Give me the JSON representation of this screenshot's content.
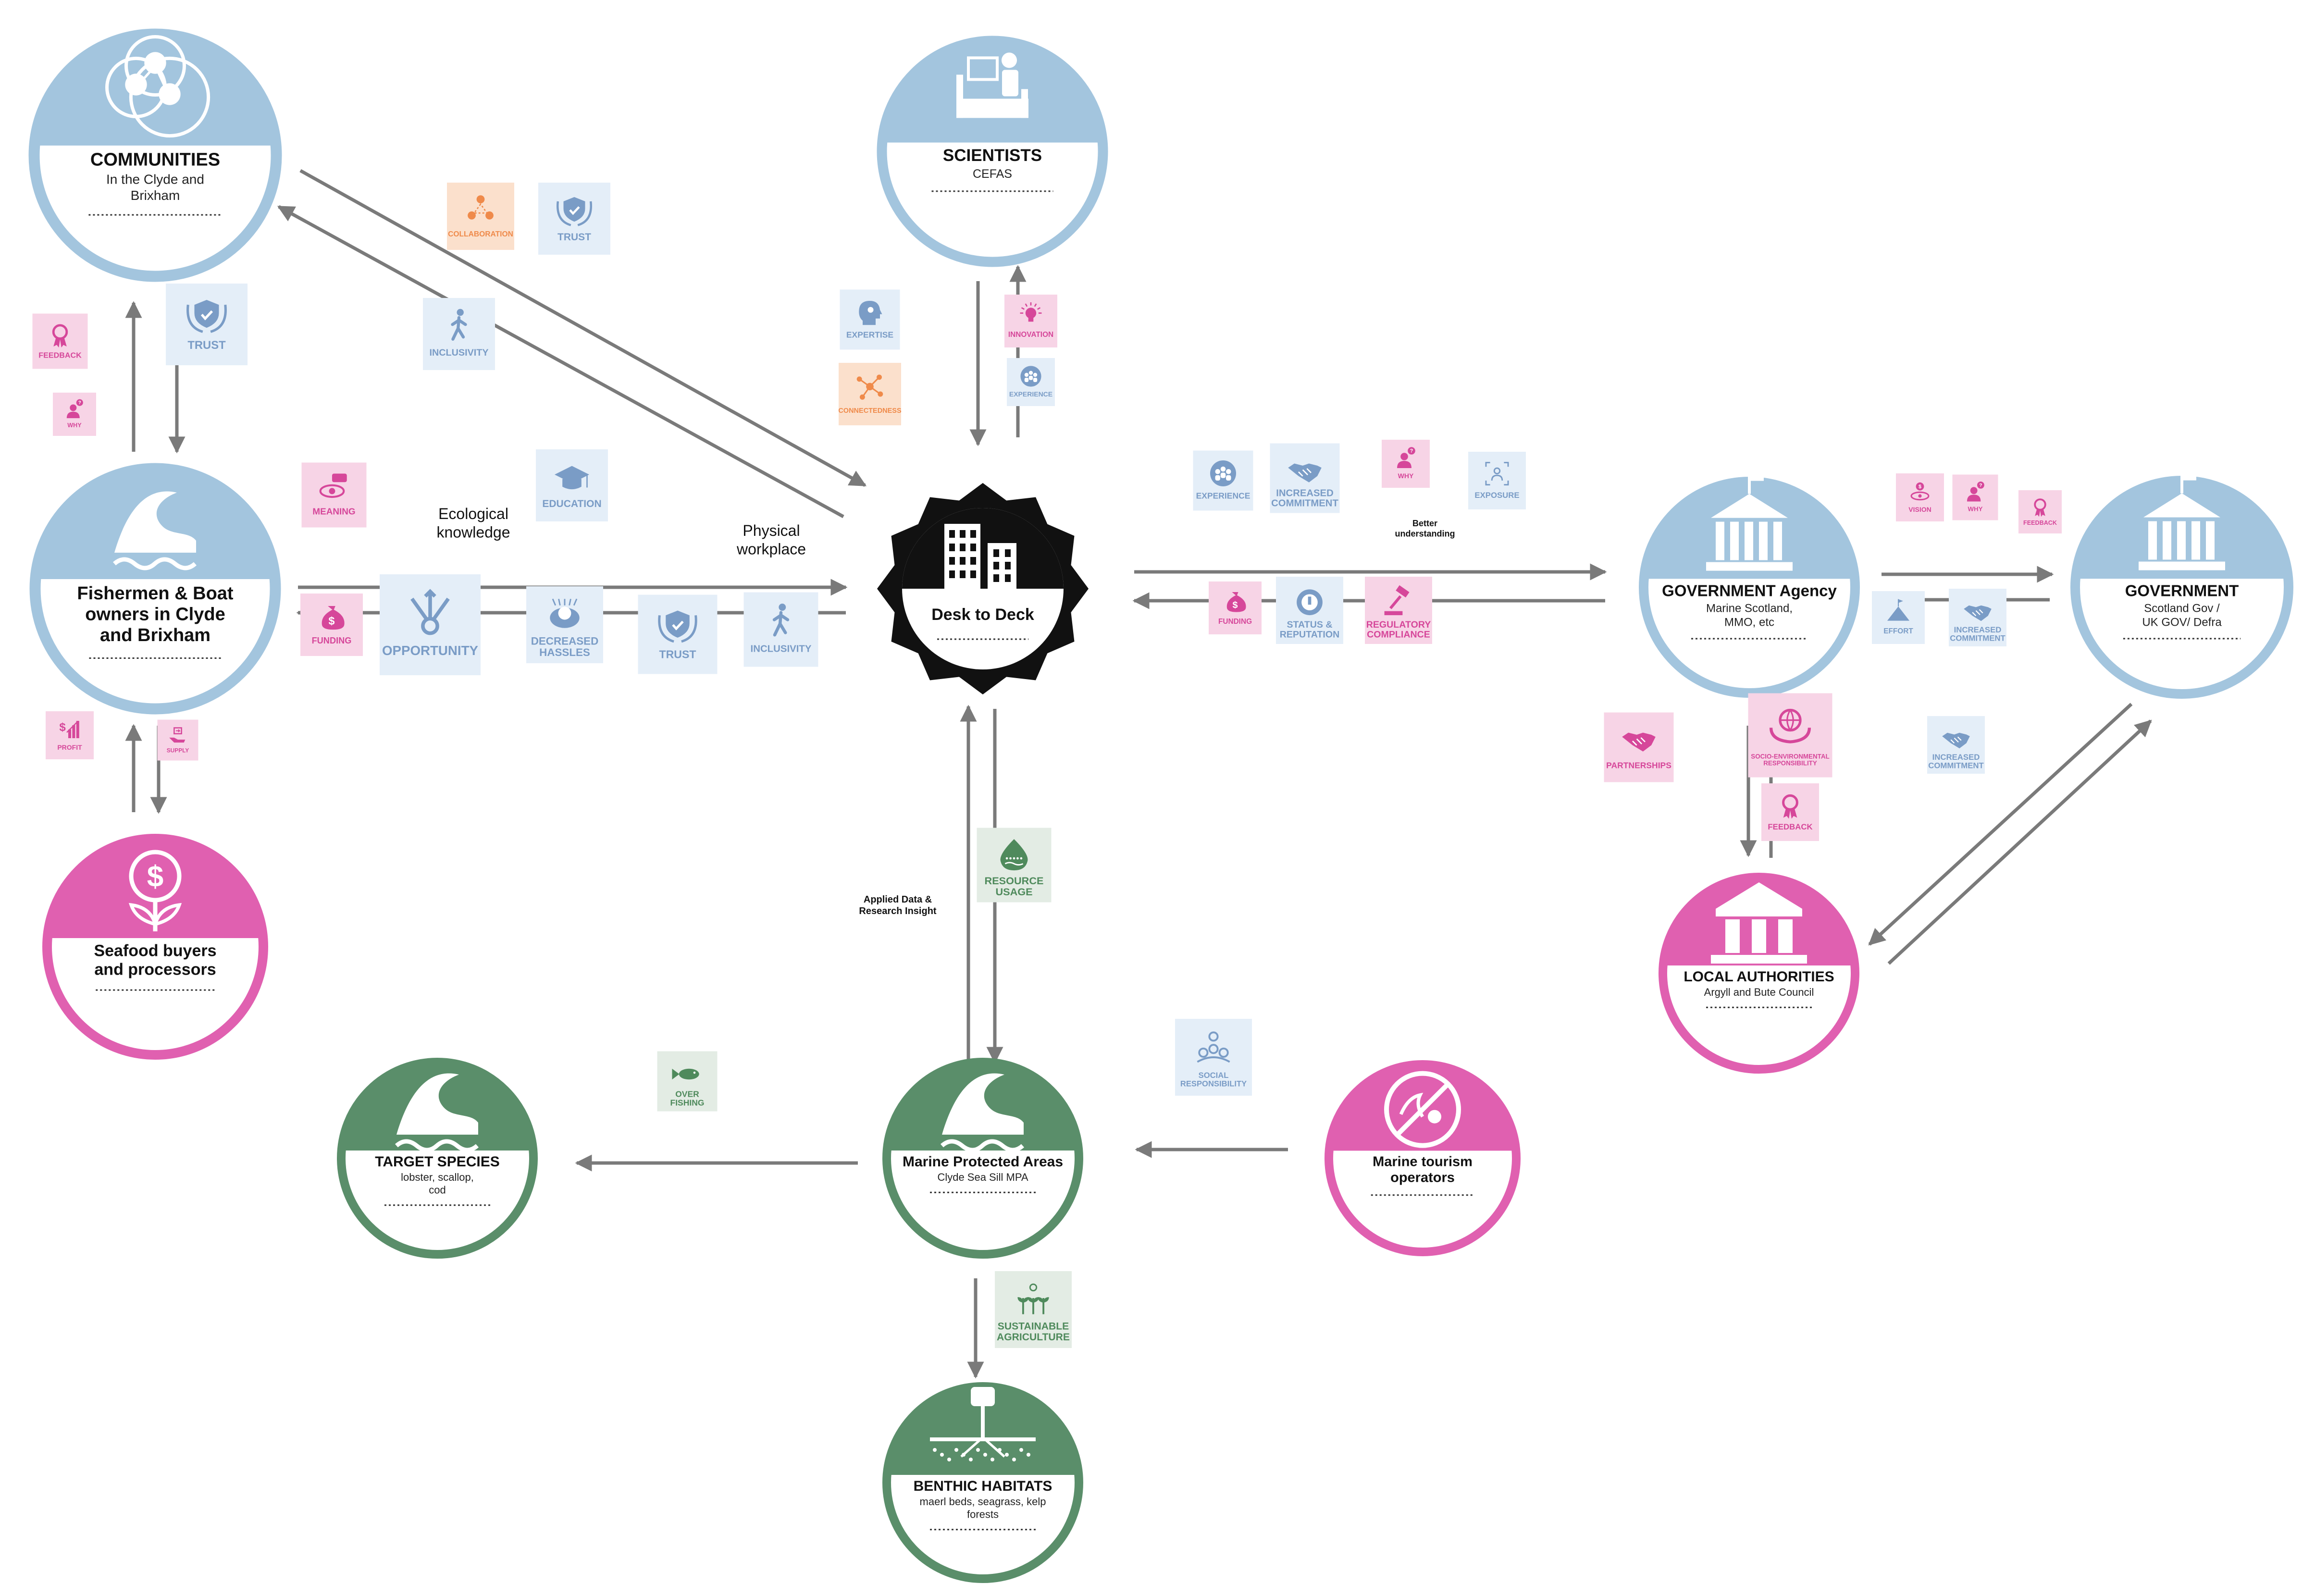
{
  "colors": {
    "blue_node": "#a3c5de",
    "pink_node": "#e060b0",
    "green_node": "#5a8e6a",
    "arrow": "#7a7a7a",
    "tile_blue_bg": "#e4eef8",
    "tile_blue_fg": "#7a9cc6",
    "tile_pink_bg": "#f7d4e6",
    "tile_pink_fg": "#d6479a",
    "tile_orange_bg": "#fbe0cc",
    "tile_orange_fg": "#ef8a4a",
    "tile_green_bg": "#e3ece4",
    "tile_green_fg": "#4f8a5c",
    "center_ring": "#111111"
  },
  "center": {
    "title": "Desk to Deck"
  },
  "nodes": {
    "communities": {
      "title": "COMMUNITIES",
      "subtitle": [
        "In the Clyde and",
        "Brixham"
      ]
    },
    "scientists": {
      "title": "SCIENTISTS",
      "subtitle": [
        "CEFAS"
      ]
    },
    "fishermen": {
      "title": [
        "Fishermen & Boat",
        "owners in Clyde",
        "and Brixham"
      ]
    },
    "seafood": {
      "title": [
        "Seafood buyers",
        "and processors"
      ]
    },
    "gov_agency": {
      "title": "GOVERNMENT Agency",
      "subtitle": [
        "Marine Scotland,",
        "MMO, etc"
      ]
    },
    "government": {
      "title": "GOVERNMENT",
      "subtitle": [
        "Scotland Gov /",
        "UK GOV/ Defra"
      ]
    },
    "local_auth": {
      "title": "LOCAL AUTHORITIES",
      "subtitle": [
        "Argyll and Bute Council"
      ]
    },
    "mpa": {
      "title": "Marine Protected Areas",
      "subtitle": [
        "Clyde Sea Sill MPA"
      ]
    },
    "target": {
      "title": "TARGET SPECIES",
      "subtitle": [
        "lobster, scallop,",
        "cod"
      ]
    },
    "tourism": {
      "title": [
        "Marine tourism",
        "operators"
      ]
    },
    "benthic": {
      "title": "BENTHIC HABITATS",
      "subtitle": [
        "maerl beds, seagrass, kelp",
        "forests"
      ]
    }
  },
  "texts": {
    "ecological": [
      "Ecological",
      "knowledge"
    ],
    "physical": [
      "Physical",
      "workplace"
    ],
    "applied": [
      "Applied Data &",
      "Research Insight"
    ],
    "better": [
      "Better",
      "understanding"
    ]
  },
  "tiles": {
    "collaboration": {
      "label": [
        "COLLABORATION"
      ],
      "icon": "collaboration-icon"
    },
    "trust_top": {
      "label": [
        "TRUST"
      ],
      "icon": "trust-badge-icon"
    },
    "inclusivity_top": {
      "label": [
        "INCLUSIVITY"
      ],
      "icon": "person-walking-icon"
    },
    "trust_left": {
      "label": [
        "TRUST"
      ],
      "icon": "trust-badge-icon"
    },
    "feedback_left": {
      "label": [
        "FEEDBACK"
      ],
      "icon": "award-ribbon-icon"
    },
    "why_left": {
      "label": [
        "WHY"
      ],
      "icon": "person-question-icon"
    },
    "expertise": {
      "label": [
        "EXPERTISE"
      ],
      "icon": "head-gear-icon"
    },
    "connectedness": {
      "label": [
        "CONNECTEDNESS"
      ],
      "icon": "network-icon"
    },
    "innovation": {
      "label": [
        "INNOVATION"
      ],
      "icon": "lightbulb-icon"
    },
    "experience_sci": {
      "label": [
        "EXPERIENCE"
      ],
      "icon": "people-group-icon"
    },
    "meaning": {
      "label": [
        "MEANING"
      ],
      "icon": "eye-chat-icon"
    },
    "education": {
      "label": [
        "EDUCATION"
      ],
      "icon": "graduation-cap-icon"
    },
    "funding_left": {
      "label": [
        "FUNDING"
      ],
      "icon": "money-bag-icon"
    },
    "opportunity": {
      "label": [
        "OPPORTUNITY"
      ],
      "icon": "branching-arrows-icon"
    },
    "decreased_hassles": {
      "label": [
        "DECREASED",
        "HASSLES"
      ],
      "icon": "stress-head-icon"
    },
    "trust_mid": {
      "label": [
        "TRUST"
      ],
      "icon": "trust-badge-icon"
    },
    "inclusivity_mid": {
      "label": [
        "INCLUSIVITY"
      ],
      "icon": "person-walking-icon"
    },
    "profit": {
      "label": [
        "PROFIT"
      ],
      "icon": "profit-chart-icon"
    },
    "supply": {
      "label": [
        "SUPPLY"
      ],
      "icon": "supply-hand-icon"
    },
    "experience_gov": {
      "label": [
        "EXPERIENCE"
      ],
      "icon": "people-group-icon"
    },
    "increased_commitment_1": {
      "label": [
        "INCREASED",
        "COMMITMENT"
      ],
      "icon": "handshake-icon"
    },
    "why_gov": {
      "label": [
        "WHY"
      ],
      "icon": "person-question-icon"
    },
    "exposure": {
      "label": [
        "EXPOSURE"
      ],
      "icon": "exposure-frame-icon"
    },
    "funding_gov": {
      "label": [
        "FUNDING"
      ],
      "icon": "money-bag-icon"
    },
    "status_reputation": {
      "label": [
        "STATUS &",
        "REPUTATION"
      ],
      "icon": "status-gauge-icon"
    },
    "regulatory": {
      "label": [
        "REGULATORY",
        "COMPLIANCE"
      ],
      "icon": "gavel-icon"
    },
    "vision": {
      "label": [
        "VISION"
      ],
      "icon": "vision-eye-icon"
    },
    "why_right": {
      "label": [
        "WHY"
      ],
      "icon": "person-question-icon"
    },
    "feedback_right": {
      "label": [
        "FEEDBACK"
      ],
      "icon": "award-ribbon-icon"
    },
    "effort": {
      "label": [
        "EFFORT"
      ],
      "icon": "mountain-flag-icon"
    },
    "increased_commitment_2": {
      "label": [
        "INCREASED",
        "COMMITMENT"
      ],
      "icon": "handshake-icon"
    },
    "partnerships": {
      "label": [
        "PARTNERSHIPS"
      ],
      "icon": "handshake-icon"
    },
    "socio_env": {
      "label": [
        "SOCIO-ENVIRONMENTAL",
        "RESPONSIBILITY"
      ],
      "icon": "globe-hands-icon"
    },
    "feedback_la": {
      "label": [
        "FEEDBACK"
      ],
      "icon": "award-ribbon-icon"
    },
    "increased_commitment_3": {
      "label": [
        "INCREASED",
        "COMMITMENT"
      ],
      "icon": "handshake-icon"
    },
    "resource_usage": {
      "label": [
        "RESOURCE",
        "USAGE"
      ],
      "icon": "water-drop-icon"
    },
    "over_fishing": {
      "label": [
        "OVER",
        "FISHING"
      ],
      "icon": "fish-icon"
    },
    "social_responsibility": {
      "label": [
        "SOCIAL",
        "RESPONSIBILITY"
      ],
      "icon": "social-circle-icon"
    },
    "sustainable_agri": {
      "label": [
        "SUSTAINABLE",
        "AGRICULTURE"
      ],
      "icon": "sprouts-icon"
    }
  }
}
